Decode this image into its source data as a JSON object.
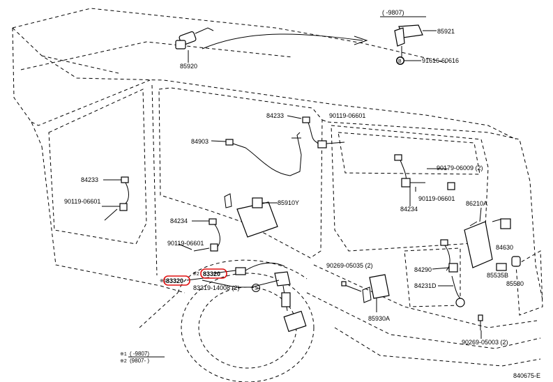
{
  "diagram": {
    "figure_code": "840675-E",
    "highlight_color": "#e01010",
    "callouts": [
      {
        "id": "c85920",
        "text": "85920"
      },
      {
        "id": "c9807top",
        "text": "(    -9807)"
      },
      {
        "id": "c85921",
        "text": "85921"
      },
      {
        "id": "cB",
        "text": "B"
      },
      {
        "id": "c91616",
        "text": "91616-60616"
      },
      {
        "id": "c84233a",
        "text": "84233"
      },
      {
        "id": "c90119a",
        "text": "90119-06601"
      },
      {
        "id": "c84903",
        "text": "84903"
      },
      {
        "id": "c84233b",
        "text": "84233"
      },
      {
        "id": "c90119b",
        "text": "90119-06601"
      },
      {
        "id": "c85910y",
        "text": "85910Y"
      },
      {
        "id": "c84234a",
        "text": "84234"
      },
      {
        "id": "c90119c",
        "text": "90119-06601"
      },
      {
        "id": "c90179",
        "text": "90179-06009 (2)"
      },
      {
        "id": "c90119d",
        "text": "90119-06601"
      },
      {
        "id": "c84234b",
        "text": "84234"
      },
      {
        "id": "c86210a",
        "text": "86210A"
      },
      {
        "id": "c84630",
        "text": "84630"
      },
      {
        "id": "c84290",
        "text": "84290"
      },
      {
        "id": "c84231d",
        "text": "84231D"
      },
      {
        "id": "c85535b",
        "text": "85535B"
      },
      {
        "id": "c85530",
        "text": "85530"
      },
      {
        "id": "c90269a",
        "text": "90269-05035 (2)"
      },
      {
        "id": "c85930a",
        "text": "85930A"
      },
      {
        "id": "c90269b",
        "text": "90269-05003 (2)"
      },
      {
        "id": "cM2",
        "text": "※2"
      },
      {
        "id": "c83320a",
        "text": "83320"
      },
      {
        "id": "cM1",
        "text": "※1"
      },
      {
        "id": "c83320b",
        "text": "83320"
      },
      {
        "id": "c83319",
        "text": "83319-14008 (2)"
      },
      {
        "id": "cS",
        "text": "S"
      }
    ],
    "legend": {
      "row1_mark": "※1",
      "row1_range": "(    -9807)",
      "row2_mark": "※2",
      "row2_range": "(9807-    )"
    }
  }
}
